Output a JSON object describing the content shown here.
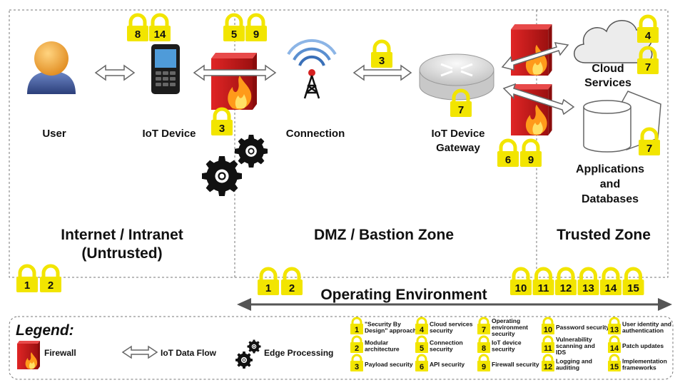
{
  "nodes": {
    "user": "User",
    "iot_device": "IoT Device",
    "connection": "Connection",
    "gateway": [
      "IoT Device",
      "Gateway"
    ],
    "cloud": [
      "Cloud",
      "Services"
    ],
    "apps": [
      "Applications",
      "and",
      "Databases"
    ]
  },
  "zones": {
    "internet": [
      "Internet / Intranet",
      "(Untrusted)"
    ],
    "dmz": "DMZ / Bastion Zone",
    "trusted": "Trusted Zone"
  },
  "operating_environment": "Operating Environment",
  "locks": {
    "device": [
      "8",
      "14"
    ],
    "firewall_top": [
      "5",
      "9"
    ],
    "firewall_bottom": "3",
    "connection": "3",
    "gateway": "7",
    "gateway_firewalls": [
      "6",
      "9"
    ],
    "cloud": [
      "4",
      "7"
    ],
    "apps": "7",
    "internet": [
      "1",
      "2"
    ],
    "operating_left": [
      "1",
      "2"
    ],
    "operating_right": [
      "10",
      "11",
      "12",
      "13",
      "14",
      "15"
    ]
  },
  "legend": {
    "title": "Legend:",
    "firewall": "Firewall",
    "data_flow": "IoT Data Flow",
    "edge": "Edge Processing",
    "items": [
      {
        "num": "1",
        "lines": [
          "\"Security By",
          "Design\" approach"
        ]
      },
      {
        "num": "2",
        "lines": [
          "Modular",
          "architecture"
        ]
      },
      {
        "num": "3",
        "lines": [
          "Payload security"
        ]
      },
      {
        "num": "4",
        "lines": [
          "Cloud services",
          "security"
        ]
      },
      {
        "num": "5",
        "lines": [
          "Connection",
          "security"
        ]
      },
      {
        "num": "6",
        "lines": [
          "API security"
        ]
      },
      {
        "num": "7",
        "lines": [
          "Operating",
          "environment",
          "security"
        ]
      },
      {
        "num": "8",
        "lines": [
          "IoT device",
          "security"
        ]
      },
      {
        "num": "9",
        "lines": [
          "Firewall security"
        ]
      },
      {
        "num": "10",
        "lines": [
          "Password security"
        ]
      },
      {
        "num": "11",
        "lines": [
          "Vulnerability",
          "scanning and",
          "IDS"
        ]
      },
      {
        "num": "12",
        "lines": [
          "Logging and",
          "auditing"
        ]
      },
      {
        "num": "13",
        "lines": [
          "User identity and",
          "authentication"
        ]
      },
      {
        "num": "14",
        "lines": [
          "Patch updates"
        ]
      },
      {
        "num": "15",
        "lines": [
          "Implementation",
          "frameworks"
        ]
      }
    ]
  },
  "colors": {
    "lock": "#f2e500",
    "firewall": "#cc1f1f",
    "flame": "#ff9a1a",
    "arrow": "#555555",
    "gear": "#111111"
  }
}
